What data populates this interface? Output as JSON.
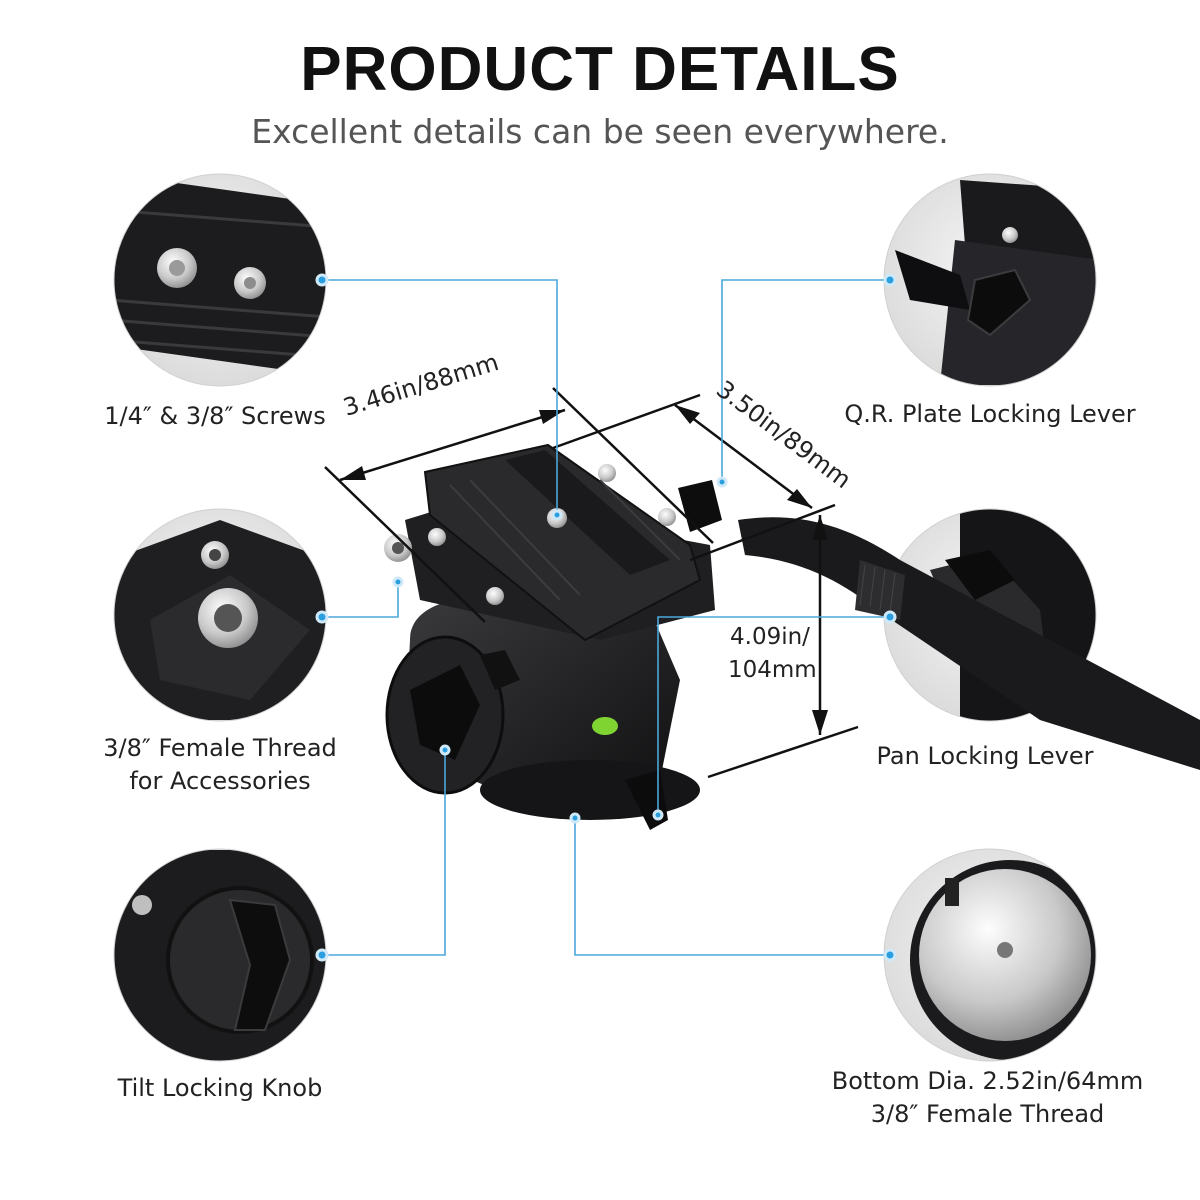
{
  "header": {
    "title": "PRODUCT DETAILS",
    "subtitle": "Excellent details can be seen everywhere."
  },
  "callouts": {
    "screws": "1/4″ & 3/8″ Screws",
    "female_thread_line1": "3/8″ Female Thread",
    "female_thread_line2": "for Accessories",
    "tilt_knob": "Tilt Locking Knob",
    "qr_lever": "Q.R. Plate Locking Lever",
    "pan_lever": "Pan Locking Lever",
    "bottom_line1": "Bottom Dia. 2.52in/64mm",
    "bottom_line2": "3/8″ Female Thread"
  },
  "dimensions": {
    "width": "3.46in/88mm",
    "depth": "3.50in/89mm",
    "height_line1": "4.09in/",
    "height_line2": "104mm"
  },
  "colors": {
    "accent_line": "#4aa7dc",
    "dot": "#2b9ee0",
    "product": "#1e1e20",
    "circle_bg": "#e9e9e9"
  }
}
